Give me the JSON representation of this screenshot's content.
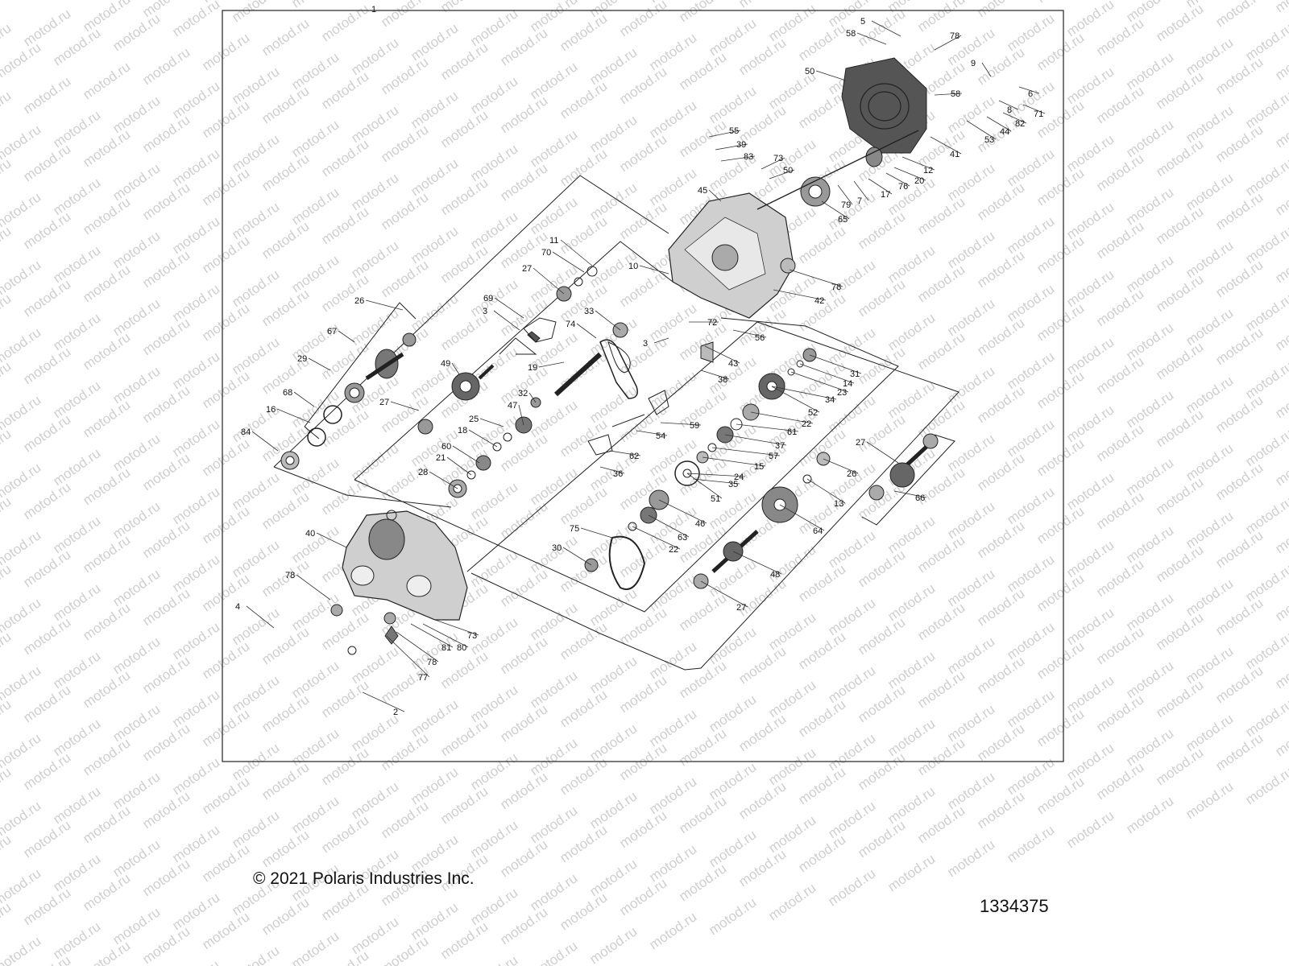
{
  "watermark": "motod.ru",
  "copyright": "© 2021 Polaris Industries Inc.",
  "drawing_number": "1334375",
  "callouts": [
    {
      "label": "1"
    },
    {
      "label": "5"
    },
    {
      "label": "58"
    },
    {
      "label": "78"
    },
    {
      "label": "50"
    },
    {
      "label": "9"
    },
    {
      "label": "6"
    },
    {
      "label": "58"
    },
    {
      "label": "8"
    },
    {
      "label": "71"
    },
    {
      "label": "82"
    },
    {
      "label": "44"
    },
    {
      "label": "53"
    },
    {
      "label": "41"
    },
    {
      "label": "12"
    },
    {
      "label": "55"
    },
    {
      "label": "39"
    },
    {
      "label": "83"
    },
    {
      "label": "73"
    },
    {
      "label": "50"
    },
    {
      "label": "20"
    },
    {
      "label": "76"
    },
    {
      "label": "17"
    },
    {
      "label": "7"
    },
    {
      "label": "79"
    },
    {
      "label": "45"
    },
    {
      "label": "65"
    },
    {
      "label": "11"
    },
    {
      "label": "70"
    },
    {
      "label": "27"
    },
    {
      "label": "10"
    },
    {
      "label": "78"
    },
    {
      "label": "42"
    },
    {
      "label": "69"
    },
    {
      "label": "26"
    },
    {
      "label": "3"
    },
    {
      "label": "33"
    },
    {
      "label": "67"
    },
    {
      "label": "74"
    },
    {
      "label": "72"
    },
    {
      "label": "56"
    },
    {
      "label": "3"
    },
    {
      "label": "43"
    },
    {
      "label": "29"
    },
    {
      "label": "49"
    },
    {
      "label": "19"
    },
    {
      "label": "38"
    },
    {
      "label": "31"
    },
    {
      "label": "14"
    },
    {
      "label": "23"
    },
    {
      "label": "68"
    },
    {
      "label": "27"
    },
    {
      "label": "32"
    },
    {
      "label": "34"
    },
    {
      "label": "16"
    },
    {
      "label": "47"
    },
    {
      "label": "52"
    },
    {
      "label": "25"
    },
    {
      "label": "59"
    },
    {
      "label": "22"
    },
    {
      "label": "84"
    },
    {
      "label": "18"
    },
    {
      "label": "54"
    },
    {
      "label": "61"
    },
    {
      "label": "60"
    },
    {
      "label": "37"
    },
    {
      "label": "21"
    },
    {
      "label": "62"
    },
    {
      "label": "57"
    },
    {
      "label": "28"
    },
    {
      "label": "27"
    },
    {
      "label": "36"
    },
    {
      "label": "15"
    },
    {
      "label": "26"
    },
    {
      "label": "24"
    },
    {
      "label": "35"
    },
    {
      "label": "13"
    },
    {
      "label": "51"
    },
    {
      "label": "66"
    },
    {
      "label": "46"
    },
    {
      "label": "64"
    },
    {
      "label": "75"
    },
    {
      "label": "63"
    },
    {
      "label": "40"
    },
    {
      "label": "30"
    },
    {
      "label": "22"
    },
    {
      "label": "48"
    },
    {
      "label": "78"
    },
    {
      "label": "4"
    },
    {
      "label": "27"
    },
    {
      "label": "73"
    },
    {
      "label": "81"
    },
    {
      "label": "80"
    },
    {
      "label": "78"
    },
    {
      "label": "77"
    },
    {
      "label": "2"
    }
  ]
}
